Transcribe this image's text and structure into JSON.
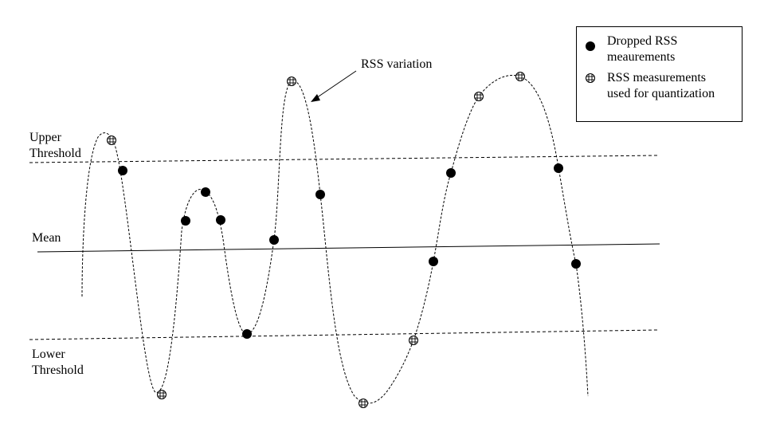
{
  "labels": {
    "upper_threshold": [
      "Upper",
      "Threshold"
    ],
    "mean": "Mean",
    "lower_threshold": [
      "Lower",
      "Threshold"
    ],
    "rss_variation": "RSS variation"
  },
  "legend": {
    "dropped": [
      "Dropped RSS",
      "meaurements"
    ],
    "used": [
      "RSS measurements",
      "used for quantization"
    ]
  },
  "marker_types": [
    "dropped",
    "used"
  ],
  "colors": {
    "ink": "#000000",
    "background": "#ffffff"
  }
}
